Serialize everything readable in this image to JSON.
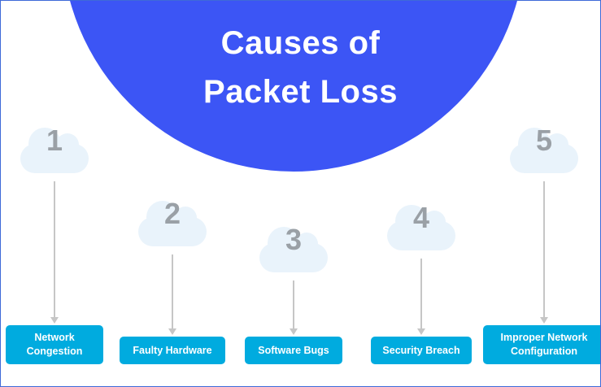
{
  "title": {
    "line1": "Causes of",
    "line2": "Packet Loss"
  },
  "items": [
    {
      "number": "1",
      "label": "Network Congestion"
    },
    {
      "number": "2",
      "label": "Faulty Hardware"
    },
    {
      "number": "3",
      "label": "Software Bugs"
    },
    {
      "number": "4",
      "label": "Security Breach"
    },
    {
      "number": "5",
      "label": "Improper Network Configuration"
    }
  ],
  "colors": {
    "circle": "#3c55f5",
    "box": "#00abdf",
    "cloud": "#e9f3fb",
    "number": "#9aa0a6",
    "arrow": "#c6c6c6",
    "border": "#3f6ad8",
    "title": "#ffffff",
    "boxtext": "#ffffff"
  }
}
